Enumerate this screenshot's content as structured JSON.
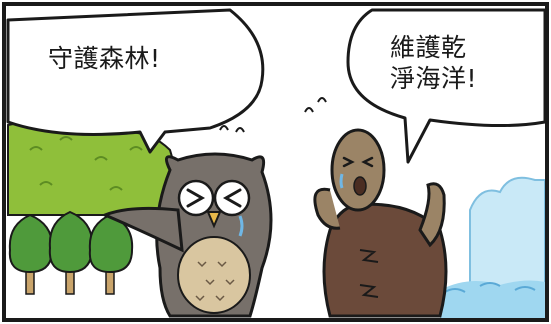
{
  "owl_bubble": {
    "text": "守護森林!"
  },
  "turtle_bubble": {
    "lines": [
      "維護乾",
      "淨海洋!"
    ]
  },
  "colors": {
    "outline": "#1a1a1a",
    "forest_green": "#8fbf3a",
    "tree_green": "#4f9a3b",
    "owl_brown": "#77706a",
    "turtle_shell": "#6b4a3a",
    "turtle_skin": "#9b8466",
    "sea_blue": "#9fd7f0",
    "cloud_blue": "#c9e9f7"
  }
}
